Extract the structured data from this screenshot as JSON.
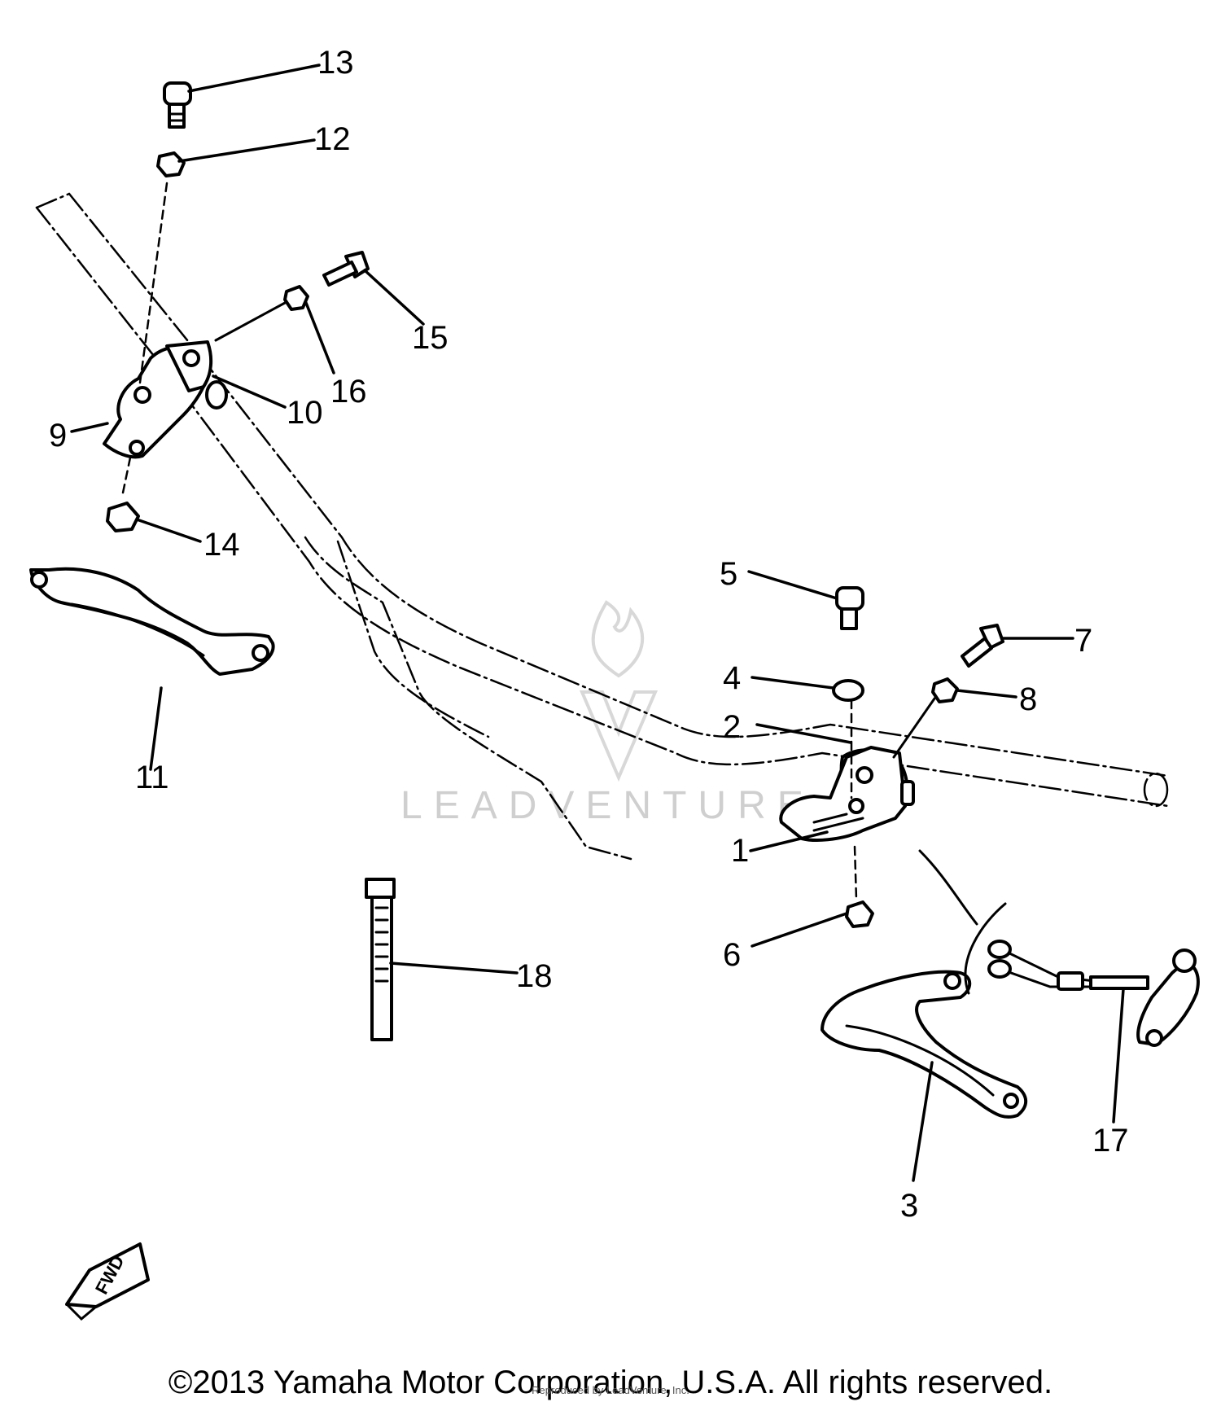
{
  "diagram": {
    "callouts": [
      "1",
      "2",
      "3",
      "4",
      "5",
      "6",
      "7",
      "8",
      "9",
      "10",
      "11",
      "12",
      "13",
      "14",
      "15",
      "16",
      "17",
      "18"
    ],
    "direction_marker": "FWD",
    "watermark": "LEADVENTURE"
  },
  "footer": {
    "copyright": "©2013 Yamaha Motor Corporation, U.S.A. All rights reserved.",
    "reproduced": "Reproduced by LeadVenture, Inc."
  }
}
